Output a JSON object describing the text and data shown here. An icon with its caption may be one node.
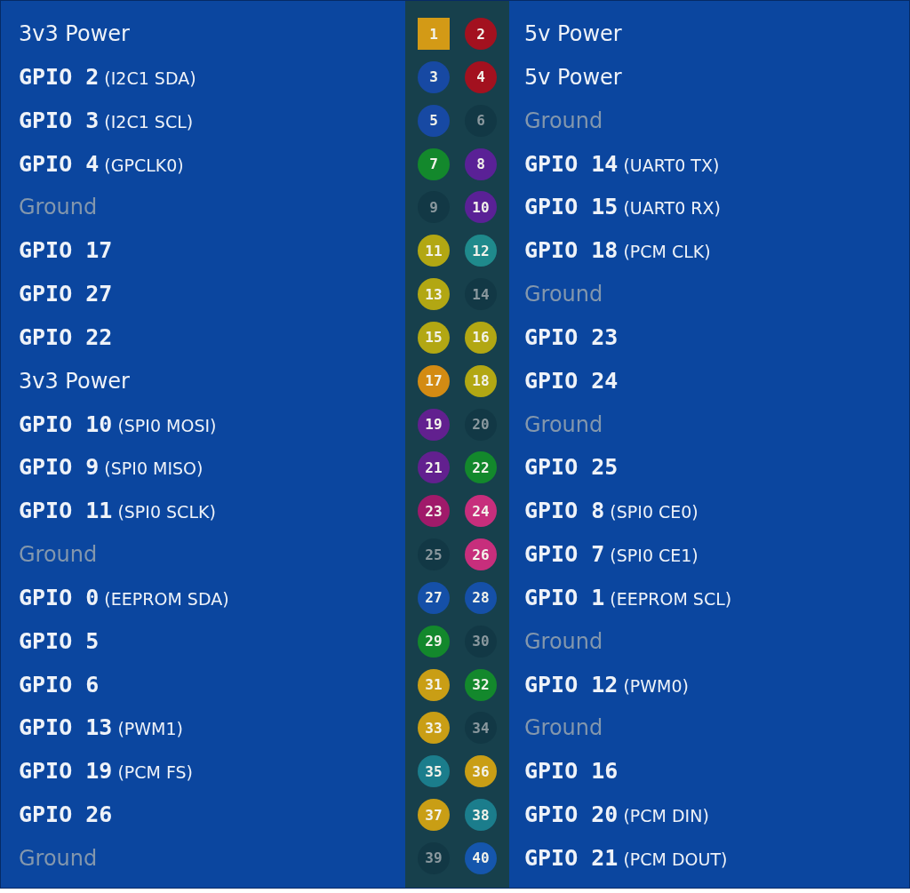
{
  "diagram": {
    "nodes": [
      {
        "text": [
          "1"
        ]
      },
      {
        "text": [
          "2"
        ]
      },
      {
        "text": [
          "3"
        ]
      },
      {
        "text": [
          "4"
        ]
      },
      {
        "text": [
          "5"
        ]
      },
      {
        "text": [
          "6"
        ]
      },
      {
        "text": [
          "7"
        ]
      },
      {
        "text": [
          "8"
        ]
      },
      {
        "text": [
          "9"
        ]
      },
      {
        "text": [
          "10"
        ]
      },
      {
        "text": [
          "11"
        ]
      },
      {
        "text": [
          "12"
        ]
      },
      {
        "text": [
          "13"
        ]
      },
      {
        "text": [
          "14"
        ]
      },
      {
        "text": [
          "15"
        ]
      },
      {
        "text": [
          "16"
        ]
      },
      {
        "text": [
          "17"
        ]
      },
      {
        "text": [
          "18"
        ]
      },
      {
        "text": [
          "19"
        ]
      },
      {
        "text": [
          "20"
        ]
      },
      {
        "text": [
          "21"
        ]
      },
      {
        "text": [
          "22"
        ]
      },
      {
        "text": [
          "23"
        ]
      },
      {
        "text": [
          "24"
        ]
      },
      {
        "text": [
          "25"
        ]
      },
      {
        "text": [
          "26"
        ]
      },
      {
        "text": [
          "27"
        ]
      },
      {
        "text": [
          "28"
        ]
      },
      {
        "text": [
          "29"
        ]
      },
      {
        "text": [
          "30"
        ]
      },
      {
        "text": [
          "31"
        ]
      },
      {
        "text": [
          "32"
        ]
      },
      {
        "text": [
          "33"
        ]
      },
      {
        "text": [
          "34"
        ]
      },
      {
        "text": [
          "35"
        ]
      },
      {
        "text": [
          "36"
        ]
      },
      {
        "text": [
          "37"
        ]
      },
      {
        "text": [
          "38"
        ]
      },
      {
        "text": [
          "39"
        ]
      },
      {
        "text": [
          "40"
        ]
      }
    ],
    "labels": [
      "3v3 Power",
      "5v Power",
      "**GPIO 2** (I2C1 SDA)",
      "5v Power",
      "**GPIO 3** (I2C1 SCL)",
      "Ground",
      "**GPIO 4** (GPCLK0)",
      "**GPIO 14** (UART0 TX)",
      "Ground",
      "**GPIO 15** (UART0 RX)",
      "GPIO 17",
      "**GPIO 18** (PCM CLK)",
      "GPIO 27",
      "Ground",
      "GPIO 22",
      "GPIO 23",
      "3v3 Power",
      "GPIO 24",
      "**GPIO 10** (SPI0 MOSI)",
      "Ground",
      "**GPIO 9** (SPI0 MISO)",
      "GPIO 25",
      "**GPIO 11** (SPI0 SCLK)",
      "**GPIO 8** (SPI0 CE0)",
      "Ground",
      "**GPIO 7** (SPI0 CE1)",
      "**GPIO 0** (EEPROM SDA)",
      "**GPIO 1** (EEPROM SCL)",
      "GPIO 5",
      "Ground",
      "GPIO 6",
      "**GPIO 12** (PWM0)",
      "**GPIO 13** (PWM1)",
      "Ground",
      "**GPIO 19** (PCM FS)",
      "GPIO 16",
      "GPIO 26",
      "**GPIO 20** (PCM DIN)",
      "Ground",
      "**GPIO 21** (PCM DOUT)"
    ]
  }
}
